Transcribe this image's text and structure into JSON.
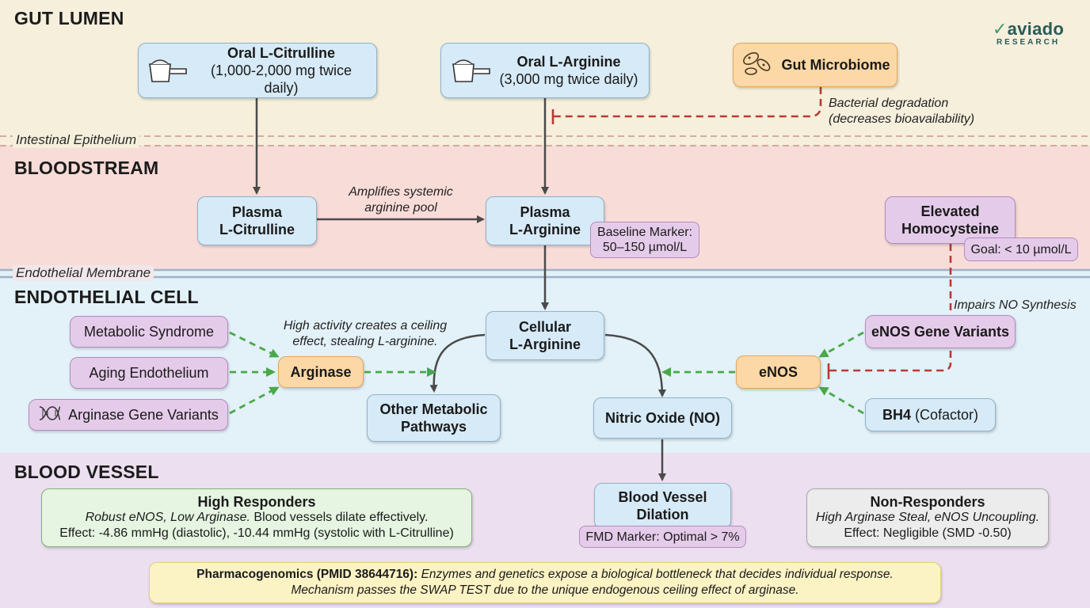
{
  "zones": {
    "gut_lumen": "GUT LUMEN",
    "bloodstream": "BLOODSTREAM",
    "endothelial_cell": "ENDOTHELIAL CELL",
    "blood_vessel": "BLOOD VESSEL"
  },
  "layers": {
    "intestinal_epithelium": "Intestinal Epithelium",
    "endothelial_membrane": "Endothelial Membrane"
  },
  "logo": {
    "brand": "aviado",
    "sub": "RESEARCH"
  },
  "nodes": {
    "oral_citrulline": {
      "title": "Oral L-Citrulline",
      "dose": "(1,000-2,000 mg twice daily)"
    },
    "oral_arginine": {
      "title": "Oral L-Arginine",
      "dose": "(3,000 mg twice daily)"
    },
    "gut_microbiome": "Gut Microbiome",
    "plasma_citrulline": {
      "line1": "Plasma",
      "line2": "L-Citrulline"
    },
    "plasma_arginine": {
      "line1": "Plasma",
      "line2": "L-Arginine"
    },
    "baseline_marker": {
      "line1": "Baseline Marker:",
      "line2": "50–150 µmol/L"
    },
    "homocysteine": {
      "line1": "Elevated",
      "line2": "Homocysteine"
    },
    "homocysteine_goal": "Goal: < 10 µmol/L",
    "cellular_arginine": {
      "line1": "Cellular",
      "line2": "L-Arginine"
    },
    "metabolic_syndrome": "Metabolic Syndrome",
    "aging_endothelium": "Aging Endothelium",
    "arginase_gene_variants": "Arginase Gene Variants",
    "arginase": "Arginase",
    "other_pathways": {
      "line1": "Other Metabolic",
      "line2": "Pathways"
    },
    "nitric_oxide": "Nitric Oxide (NO)",
    "enos": "eNOS",
    "enos_gene_variants": "eNOS Gene Variants",
    "bh4": {
      "bold": "BH4",
      "rest": " (Cofactor)"
    },
    "vessel_dilation": {
      "line1": "Blood Vessel",
      "line2": "Dilation"
    },
    "fmd_marker": "FMD Marker: Optimal > 7%",
    "high_responders": {
      "title": "High Responders",
      "line1_italic": "Robust eNOS, Low Arginase.",
      "line1_rest": " Blood vessels dilate effectively.",
      "line2": "Effect: -4.86 mmHg (diastolic), -10.44 mmHg (systolic with L-Citrulline)"
    },
    "non_responders": {
      "title": "Non-Responders",
      "line1": "High Arginase Steal, eNOS Uncoupling.",
      "line2": "Effect: Negligible (SMD -0.50)"
    },
    "pharmacogenomics": {
      "bold": "Pharmacogenomics (PMID 38644716):",
      "rest": " Enzymes and genetics expose a biological bottleneck that decides individual response.",
      "line2": "Mechanism passes the SWAP TEST due to the unique endogenous ceiling effect of arginase."
    }
  },
  "annotations": {
    "bacterial": {
      "line1": "Bacterial degradation",
      "line2": "(decreases bioavailability)"
    },
    "amplifies": {
      "line1": "Amplifies systemic",
      "line2": "arginine pool"
    },
    "ceiling": {
      "line1": "High activity creates a ceiling",
      "line2": "effect, stealing L-arginine."
    },
    "impairs": "Impairs NO Synthesis"
  },
  "colors": {
    "arrow_dark": "#4a4a4a",
    "arrow_green": "#4aa84a",
    "inhibit_red": "#b83a32"
  }
}
